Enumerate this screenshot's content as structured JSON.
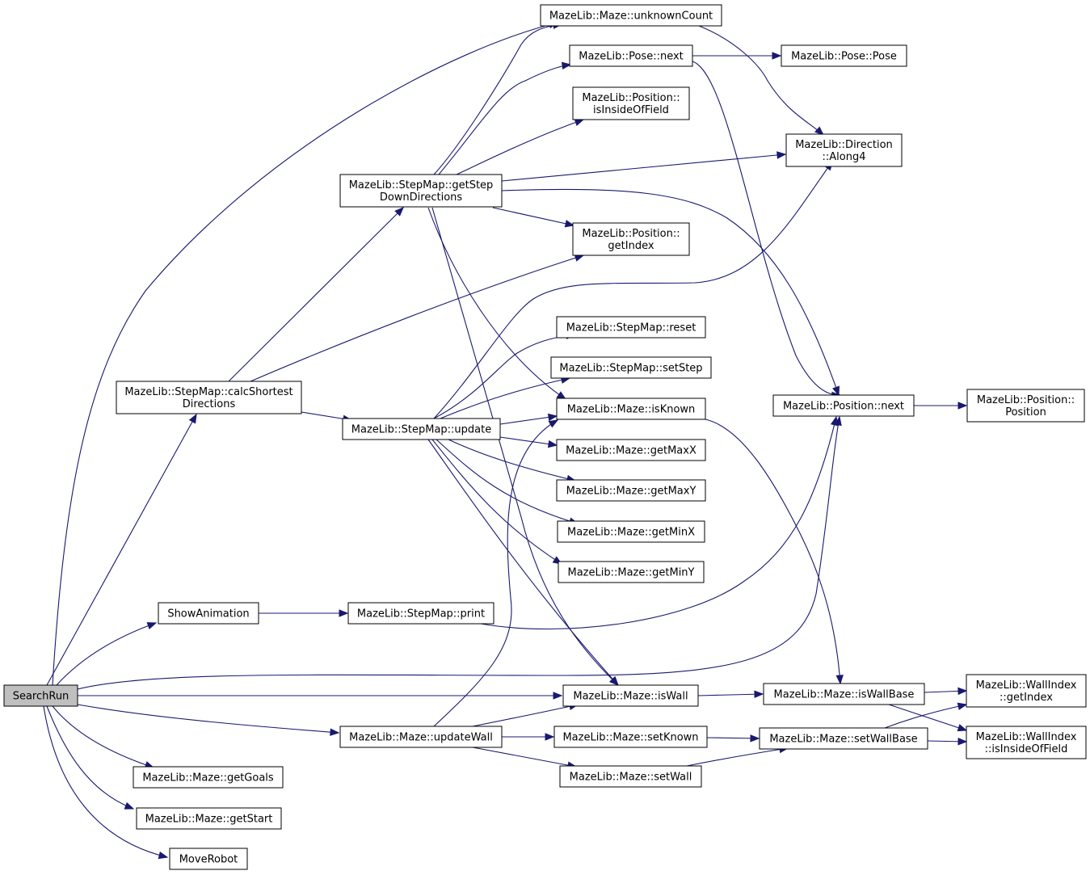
{
  "colors": {
    "edge": "#191970",
    "root_fill": "#bfbfbf",
    "node_fill": "#ffffff",
    "node_border": "#000000"
  },
  "nodes": [
    {
      "id": "searchrun",
      "lines": [
        "SearchRun"
      ],
      "root": true
    },
    {
      "id": "calcshortest",
      "lines": [
        "MazeLib::StepMap::calcShortest",
        "Directions"
      ]
    },
    {
      "id": "showanimation",
      "lines": [
        "ShowAnimation"
      ]
    },
    {
      "id": "maze_iswall",
      "lines": [
        "MazeLib::Maze::isWall"
      ]
    },
    {
      "id": "maze_updatewall",
      "lines": [
        "MazeLib::Maze::updateWall"
      ]
    },
    {
      "id": "maze_getgoals",
      "lines": [
        "MazeLib::Maze::getGoals"
      ]
    },
    {
      "id": "maze_getstart",
      "lines": [
        "MazeLib::Maze::getStart"
      ]
    },
    {
      "id": "moverobot",
      "lines": [
        "MoveRobot"
      ]
    },
    {
      "id": "maze_unknowncount",
      "lines": [
        "MazeLib::Maze::unknownCount"
      ]
    },
    {
      "id": "position_next",
      "lines": [
        "MazeLib::Position::next"
      ]
    },
    {
      "id": "stepmap_getstep",
      "lines": [
        "MazeLib::StepMap::getStep",
        "DownDirections"
      ]
    },
    {
      "id": "position_getindex",
      "lines": [
        "MazeLib::Position::",
        "getIndex"
      ]
    },
    {
      "id": "stepmap_update",
      "lines": [
        "MazeLib::StepMap::update"
      ]
    },
    {
      "id": "pose_next",
      "lines": [
        "MazeLib::Pose::next"
      ]
    },
    {
      "id": "position_isinside",
      "lines": [
        "MazeLib::Position::",
        "isInsideOfField"
      ]
    },
    {
      "id": "direction_along4",
      "lines": [
        "MazeLib::Direction",
        "::Along4"
      ]
    },
    {
      "id": "maze_isknown",
      "lines": [
        "MazeLib::Maze::isKnown"
      ]
    },
    {
      "id": "pose_pose",
      "lines": [
        "MazeLib::Pose::Pose"
      ]
    },
    {
      "id": "stepmap_reset",
      "lines": [
        "MazeLib::StepMap::reset"
      ]
    },
    {
      "id": "stepmap_setstep",
      "lines": [
        "MazeLib::StepMap::setStep"
      ]
    },
    {
      "id": "maze_getmaxx",
      "lines": [
        "MazeLib::Maze::getMaxX"
      ]
    },
    {
      "id": "maze_getmaxy",
      "lines": [
        "MazeLib::Maze::getMaxY"
      ]
    },
    {
      "id": "maze_getminx",
      "lines": [
        "MazeLib::Maze::getMinX"
      ]
    },
    {
      "id": "maze_getminy",
      "lines": [
        "MazeLib::Maze::getMinY"
      ]
    },
    {
      "id": "stepmap_print",
      "lines": [
        "MazeLib::StepMap::print"
      ]
    },
    {
      "id": "maze_iswallbase",
      "lines": [
        "MazeLib::Maze::isWallBase"
      ]
    },
    {
      "id": "position_position",
      "lines": [
        "MazeLib::Position::",
        "Position"
      ]
    },
    {
      "id": "maze_setknown",
      "lines": [
        "MazeLib::Maze::setKnown"
      ]
    },
    {
      "id": "maze_setwall",
      "lines": [
        "MazeLib::Maze::setWall"
      ]
    },
    {
      "id": "maze_setwallbase",
      "lines": [
        "MazeLib::Maze::setWallBase"
      ]
    },
    {
      "id": "wallindex_getindex",
      "lines": [
        "MazeLib::WallIndex",
        "::getIndex"
      ]
    },
    {
      "id": "wallindex_isinside",
      "lines": [
        "MazeLib::WallIndex",
        "::isInsideOfField"
      ]
    }
  ],
  "edges": [
    {
      "from": "searchrun",
      "to": "maze_unknowncount"
    },
    {
      "from": "searchrun",
      "to": "calcshortest"
    },
    {
      "from": "searchrun",
      "to": "showanimation"
    },
    {
      "from": "searchrun",
      "to": "position_next"
    },
    {
      "from": "searchrun",
      "to": "maze_iswall"
    },
    {
      "from": "searchrun",
      "to": "maze_updatewall"
    },
    {
      "from": "searchrun",
      "to": "maze_getgoals"
    },
    {
      "from": "searchrun",
      "to": "maze_getstart"
    },
    {
      "from": "searchrun",
      "to": "moverobot"
    },
    {
      "from": "calcshortest",
      "to": "stepmap_getstep"
    },
    {
      "from": "calcshortest",
      "to": "position_getindex"
    },
    {
      "from": "calcshortest",
      "to": "stepmap_update"
    },
    {
      "from": "stepmap_getstep",
      "to": "maze_unknowncount"
    },
    {
      "from": "stepmap_getstep",
      "to": "pose_next"
    },
    {
      "from": "stepmap_getstep",
      "to": "position_isinside"
    },
    {
      "from": "stepmap_getstep",
      "to": "direction_along4"
    },
    {
      "from": "stepmap_getstep",
      "to": "position_getindex"
    },
    {
      "from": "stepmap_getstep",
      "to": "position_next"
    },
    {
      "from": "stepmap_getstep",
      "to": "maze_isknown"
    },
    {
      "from": "stepmap_getstep",
      "to": "maze_iswall"
    },
    {
      "from": "maze_unknowncount",
      "to": "direction_along4"
    },
    {
      "from": "pose_next",
      "to": "pose_pose"
    },
    {
      "from": "pose_next",
      "to": "position_next"
    },
    {
      "from": "stepmap_update",
      "to": "direction_along4"
    },
    {
      "from": "stepmap_update",
      "to": "stepmap_reset"
    },
    {
      "from": "stepmap_update",
      "to": "stepmap_setstep"
    },
    {
      "from": "stepmap_update",
      "to": "maze_isknown"
    },
    {
      "from": "stepmap_update",
      "to": "maze_getmaxx"
    },
    {
      "from": "stepmap_update",
      "to": "maze_getmaxy"
    },
    {
      "from": "stepmap_update",
      "to": "maze_getminx"
    },
    {
      "from": "stepmap_update",
      "to": "maze_getminy"
    },
    {
      "from": "stepmap_update",
      "to": "maze_iswall"
    },
    {
      "from": "showanimation",
      "to": "stepmap_print"
    },
    {
      "from": "stepmap_print",
      "to": "position_next"
    },
    {
      "from": "position_next",
      "to": "position_position"
    },
    {
      "from": "maze_isknown",
      "to": "maze_iswallbase"
    },
    {
      "from": "maze_iswall",
      "to": "maze_iswallbase"
    },
    {
      "from": "maze_iswallbase",
      "to": "wallindex_getindex"
    },
    {
      "from": "maze_iswallbase",
      "to": "wallindex_isinside"
    },
    {
      "from": "maze_updatewall",
      "to": "maze_isknown"
    },
    {
      "from": "maze_updatewall",
      "to": "maze_iswall"
    },
    {
      "from": "maze_updatewall",
      "to": "maze_setknown"
    },
    {
      "from": "maze_updatewall",
      "to": "maze_setwall"
    },
    {
      "from": "maze_setknown",
      "to": "maze_setwallbase"
    },
    {
      "from": "maze_setwall",
      "to": "maze_setwallbase"
    },
    {
      "from": "maze_setwallbase",
      "to": "wallindex_getindex"
    },
    {
      "from": "maze_setwallbase",
      "to": "wallindex_isinside"
    }
  ]
}
